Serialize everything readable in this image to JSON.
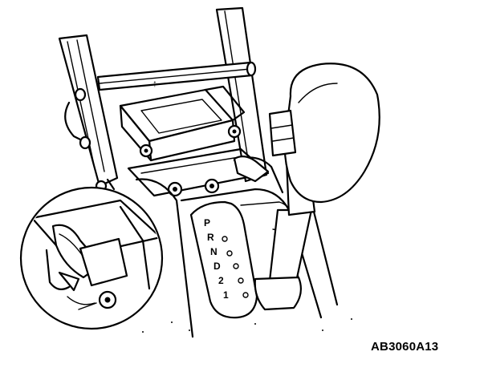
{
  "figure": {
    "code": "AB3060A13",
    "arrow_glyph": "↑"
  },
  "gear_positions": [
    "P",
    "R",
    "N",
    "D",
    "2",
    "1"
  ]
}
